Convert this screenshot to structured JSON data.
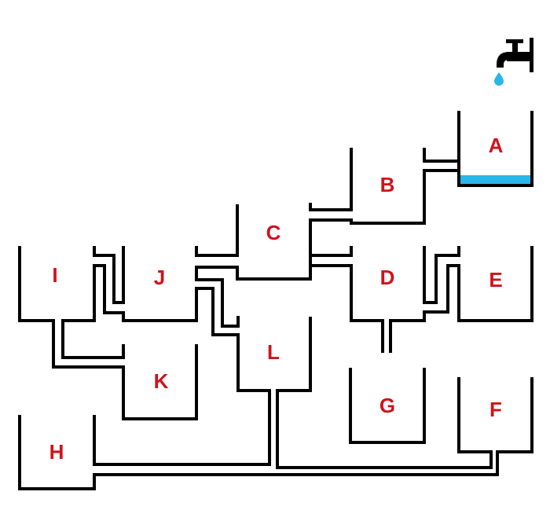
{
  "tanks": [
    {
      "id": "A",
      "label": "A",
      "filled": true
    },
    {
      "id": "B",
      "label": "B",
      "filled": false
    },
    {
      "id": "C",
      "label": "C",
      "filled": false
    },
    {
      "id": "D",
      "label": "D",
      "filled": false
    },
    {
      "id": "E",
      "label": "E",
      "filled": false
    },
    {
      "id": "F",
      "label": "F",
      "filled": false
    },
    {
      "id": "G",
      "label": "G",
      "filled": false
    },
    {
      "id": "H",
      "label": "H",
      "filled": false
    },
    {
      "id": "I",
      "label": "I",
      "filled": false
    },
    {
      "id": "J",
      "label": "J",
      "filled": false
    },
    {
      "id": "K",
      "label": "K",
      "filled": false
    },
    {
      "id": "L",
      "label": "L",
      "filled": false
    }
  ],
  "colors": {
    "water": "#29b6e8",
    "label": "#d0121b",
    "pipe": "#000000"
  },
  "icons": {
    "source": "water-tap-icon",
    "drop": "water-drop-icon"
  }
}
